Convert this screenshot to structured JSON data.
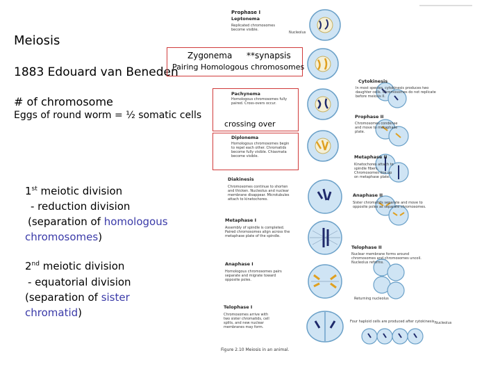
{
  "slide": {
    "title": "Meiosis",
    "year_line": "1883 Edouard van Beneden",
    "chromosome_heading": "# of chromosome",
    "eggs_line": "Eggs of round worm = ½ somatic cells",
    "zygonema": "Zygonema",
    "synapsis": "**synapsis",
    "pairing": "Pairing Homologous chromosomes",
    "crossing_over": "crossing over",
    "first_division": {
      "prefix": "1",
      "sup": "st",
      "title": " meiotic division",
      "line2": "- reduction division",
      "line3_a": "(separation of ",
      "line3_b": "homologous",
      "line4_a": "chromosomes",
      "line4_b": ")"
    },
    "second_division": {
      "prefix": "2",
      "sup": "nd",
      "title": " meiotic division",
      "line2": "- equatorial division",
      "line3_a": "(separation of ",
      "line3_b": "sister",
      "line4_a": "chromatid",
      "line4_b": ")"
    }
  },
  "figure": {
    "left_labels": {
      "prophase1": "Prophase I",
      "leptonema": "Leptonema",
      "leptonema_desc": "Replicated chromosomes become visible.",
      "nucleolus": "Nucleolus",
      "pachynema": "Pachynema",
      "pachynema_desc": "Homologous chromosomes fully paired. Cross-overs occur.",
      "diplonema": "Diplonema",
      "diplonema_desc": "Homologous chromosomes begin to repel each other. Chromatids become fully visible. Chiasmata become visible.",
      "diakinesis": "Diakinesis",
      "diakinesis_desc": "Chromosomes continue to shorten and thicken. Nucleolus and nuclear membrane disappear. Microtubules attach to kinetochores.",
      "metaphase1": "Metaphase I",
      "metaphase1_desc": "Assembly of spindle is completed. Paired chromosomes align across the metaphase plate of the spindle.",
      "anaphase1": "Anaphase I",
      "anaphase1_desc": "Homologous chromosomes pairs separate and migrate toward opposite poles.",
      "telophase1": "Telophase I",
      "telophase1_desc": "Chromosomes arrive with two sister chromatids, cell splits, and new nuclear membranes may form.",
      "caption": "Figure 2.10  Meiosis in an animal."
    },
    "right_labels": {
      "cytokinesis": "Cytokinesis",
      "cytokinesis_desc": "In most species, cytokinesis produces two daughter cells. Chromosomes do not replicate before meiosis II.",
      "prophase2": "Prophase II",
      "prophase2_desc": "Chromosomes condense and move to metaphase plate.",
      "metaphase2": "Metaphase II",
      "metaphase2_desc": "Kinetochores attach to spindle fibers. Chromosomes line up on metaphase plate.",
      "anaphase2": "Anaphase II",
      "anaphase2_desc": "Sister chromatids separate and move to opposite poles as separate chromosomes.",
      "telophase2": "Telophase II",
      "telophase2_desc": "Nuclear membrane forms around chromosomes and chromosomes uncoil. Nucleolus reforms.",
      "returning": "Returning nucleolus",
      "four_cells": "Four haploid cells are produced after cytokinesis",
      "nucleolus2": "Nucleolus"
    }
  },
  "colors": {
    "highlight_text": "#3a3aa8",
    "red_box": "#d03a3a",
    "cell_fill": "#cfe4f4",
    "cell_stroke": "#6aa0c8",
    "chromosome_dark": "#1f2a6b",
    "chromosome_gold": "#e0a020"
  }
}
